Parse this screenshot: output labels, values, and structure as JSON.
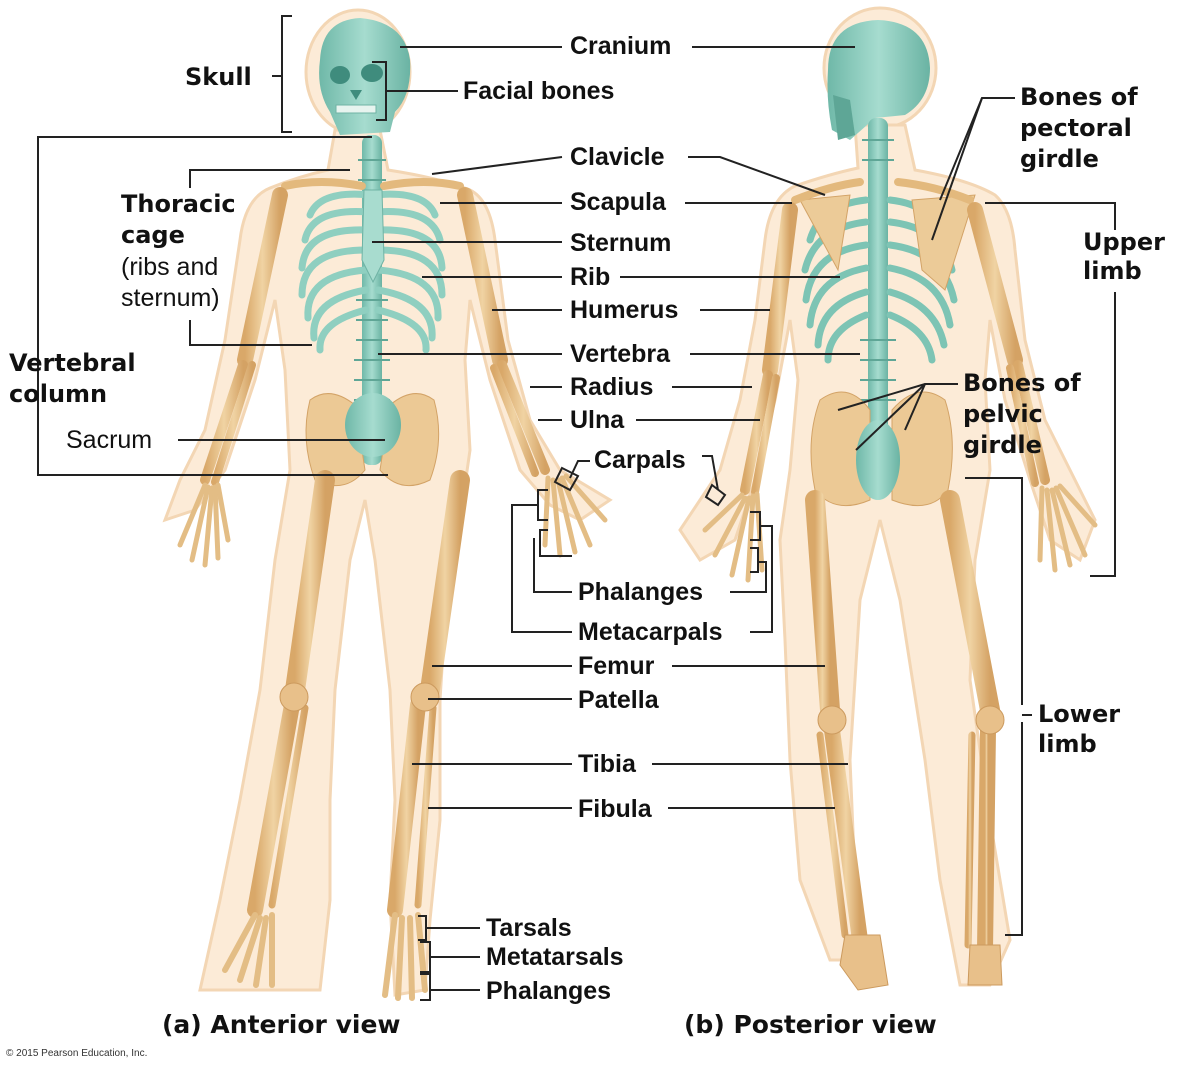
{
  "figure": {
    "colors": {
      "axial_bone": "#8fcfc0",
      "axial_bone_dark": "#5fae9e",
      "appendicular_bone": "#e9c58e",
      "appendicular_bone_dark": "#c9975a",
      "skin": "#fbe9d3",
      "skin_outline": "#f2d2ad",
      "leader_line": "#222222"
    },
    "views": [
      {
        "id": "anterior",
        "caption": "(a) Anterior view"
      },
      {
        "id": "posterior",
        "caption": "(b) Posterior view"
      }
    ]
  },
  "labels": {
    "skull": "Skull",
    "cranium": "Cranium",
    "facial_bones": "Facial bones",
    "clavicle": "Clavicle",
    "scapula": "Scapula",
    "sternum": "Sternum",
    "rib": "Rib",
    "humerus": "Humerus",
    "vertebra": "Vertebra",
    "radius": "Radius",
    "ulna": "Ulna",
    "carpals": "Carpals",
    "phalanges_hand": "Phalanges",
    "metacarpals": "Metacarpals",
    "femur": "Femur",
    "patella": "Patella",
    "tibia": "Tibia",
    "fibula": "Fibula",
    "tarsals": "Tarsals",
    "metatarsals": "Metatarsals",
    "phalanges_foot": "Phalanges",
    "thoracic_cage_1": "Thoracic",
    "thoracic_cage_2": "cage",
    "thoracic_cage_3": "(ribs and",
    "thoracic_cage_4": "sternum)",
    "vertebral_column_1": "Vertebral",
    "vertebral_column_2": "column",
    "sacrum": "Sacrum",
    "pectoral_girdle_1": "Bones of",
    "pectoral_girdle_2": "pectoral",
    "pectoral_girdle_3": "girdle",
    "upper_limb_1": "Upper",
    "upper_limb_2": "limb",
    "pelvic_girdle_1": "Bones of",
    "pelvic_girdle_2": "pelvic",
    "pelvic_girdle_3": "girdle",
    "lower_limb_1": "Lower",
    "lower_limb_2": "limb"
  },
  "captions": {
    "anterior": "(a) Anterior view",
    "posterior": "(b) Posterior view"
  },
  "copyright": "© 2015 Pearson Education, Inc."
}
